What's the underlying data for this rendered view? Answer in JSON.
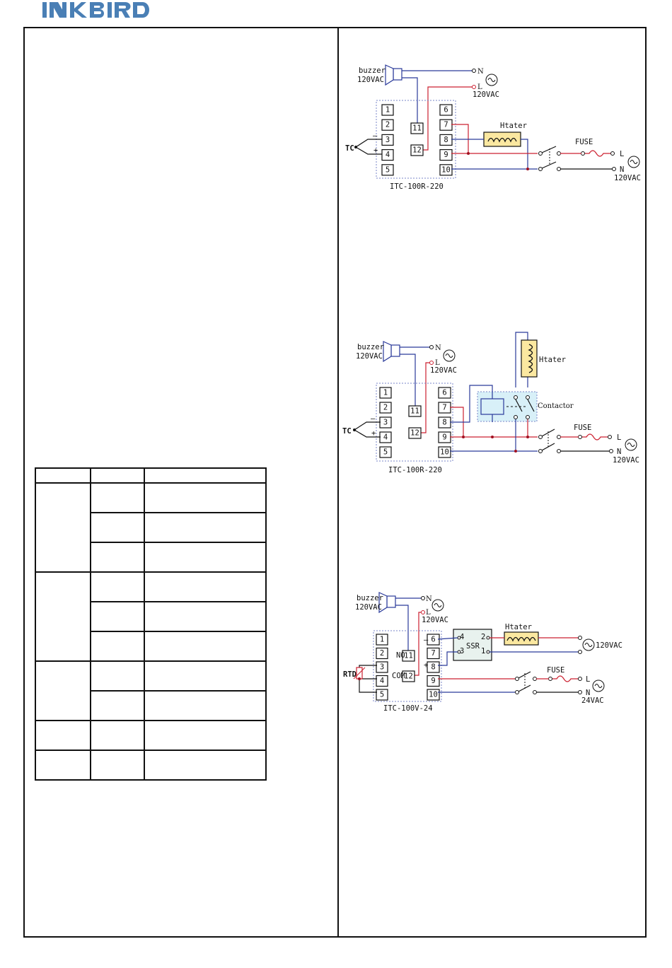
{
  "brand": {
    "logo_text": "INKBIRD",
    "color": "#4a7fb5"
  },
  "diagram1": {
    "buzzer": "buzzer",
    "buzzer_voltage": "120VAC",
    "n": "N",
    "l": "L",
    "supply_top": "120VAC",
    "terminals_left": [
      "1",
      "2",
      "3",
      "4",
      "5"
    ],
    "terminals_right": [
      "6",
      "7",
      "8",
      "9",
      "10"
    ],
    "terminals_mid": [
      "11",
      "12"
    ],
    "sensor": "TC",
    "minus": "–",
    "plus": "+",
    "heater": "Htater",
    "fuse": "FUSE",
    "line_l": "L",
    "line_n": "N",
    "supply_right": "120VAC",
    "model": "ITC-100R-220"
  },
  "diagram2": {
    "buzzer": "buzzer",
    "buzzer_voltage": "120VAC",
    "n": "N",
    "l": "L",
    "supply_top": "120VAC",
    "terminals_left": [
      "1",
      "2",
      "3",
      "4",
      "5"
    ],
    "terminals_right": [
      "6",
      "7",
      "8",
      "9",
      "10"
    ],
    "terminals_mid": [
      "11",
      "12"
    ],
    "sensor": "TC",
    "minus": "–",
    "plus": "+",
    "heater": "Htater",
    "contactor": "Contactor",
    "fuse": "FUSE",
    "line_l": "L",
    "line_n": "N",
    "supply_right": "120VAC",
    "model": "ITC-100R-220"
  },
  "diagram3": {
    "buzzer": "buzzer",
    "buzzer_voltage": "120VAC",
    "n": "N",
    "l": "L",
    "supply_top": "120VAC",
    "terminals_left": [
      "1",
      "2",
      "3",
      "4",
      "5"
    ],
    "terminals_right": [
      "6",
      "7",
      "8",
      "9",
      "10"
    ],
    "terminals_mid": [
      "11",
      "12"
    ],
    "no": "NO",
    "com": "COM",
    "sensor": "RTD",
    "ssr": "SSR",
    "ssr_pins": [
      "4",
      "3",
      "2",
      "1"
    ],
    "minus": "–",
    "plus": "+",
    "heater": "Htater",
    "heater_supply": "120VAC",
    "fuse": "FUSE",
    "line_l": "L",
    "line_n": "N",
    "supply_right": "24VAC",
    "model": "ITC-100V-24"
  },
  "colors": {
    "red": "#cc2030",
    "blue": "#2a3a9a",
    "dotted": "#7a86c8",
    "heater": "#fbe8a0",
    "contactor": "#d8f0f8",
    "ssr": "#e8f2ee"
  }
}
